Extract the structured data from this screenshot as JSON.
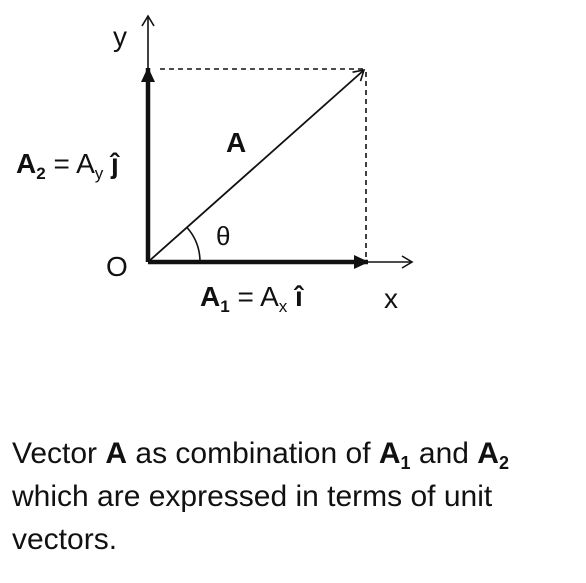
{
  "diagram": {
    "axis_x_label": "x",
    "axis_y_label": "y",
    "origin_label": "O",
    "vector_label": "A",
    "angle_label": "θ",
    "a1_label": {
      "symbol": "A",
      "sub": "1",
      "eq": " = ",
      "comp": "A",
      "comp_sub": "x",
      "unit": " î"
    },
    "a2_label": {
      "symbol": "A",
      "sub": "2",
      "eq": " = ",
      "comp": "A",
      "comp_sub": "y",
      "unit": " ĵ"
    }
  },
  "caption": {
    "line1_a": "Vector ",
    "bold_A": "A",
    "line1_b": " as combination of ",
    "bold_A1": "A",
    "sub1": "1",
    "and": " and ",
    "bold_A2": "A",
    "sub2": "2",
    "rest": " which are expressed in terms of unit vectors."
  },
  "colors": {
    "ink": "#111111",
    "background": "#ffffff"
  }
}
